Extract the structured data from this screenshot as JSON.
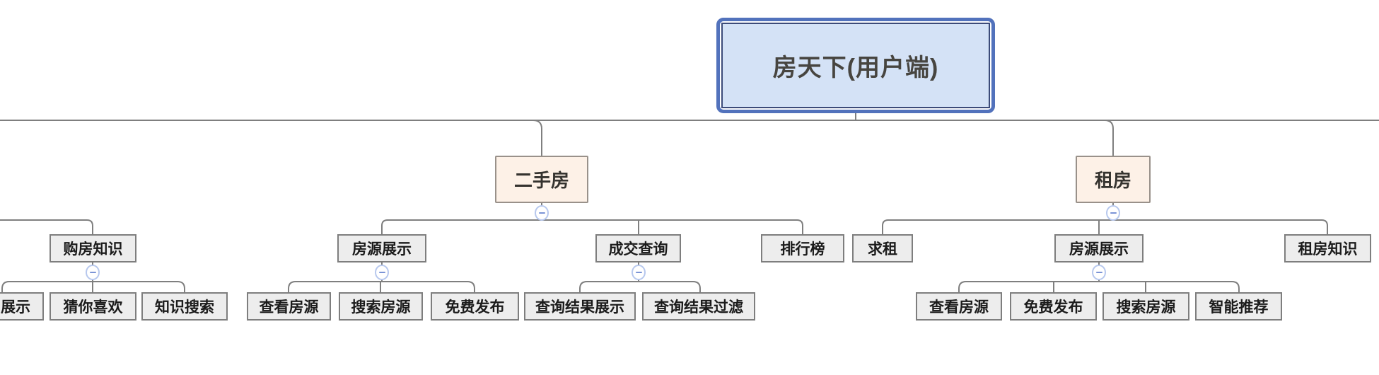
{
  "title": "房天下(用户端)",
  "colors": {
    "line": "#7f7f7f",
    "box-fill": "#ededed",
    "box-border": "#7e7e7e",
    "l2-fill": "#fdf1e7",
    "l2-border": "#99918a",
    "root-fill": "#d4e2f6",
    "root-outer": "#5272bc",
    "root-inner": "#3c4b79",
    "icon-border": "#b7c8ee",
    "icon-minus": "#7b94d6"
  },
  "map": {
    "root": {
      "label": "房天下(用户端)"
    },
    "offleft_branch": {
      "gfzs": {
        "label": "购房知识",
        "kids": {
          "zs": {
            "label": "展示"
          },
          "cnxh": {
            "label": "猜你喜欢"
          },
          "zsss": {
            "label": "知识搜索"
          }
        }
      }
    },
    "esf": {
      "label": "二手房",
      "kids": {
        "fyzs": {
          "label": "房源展示",
          "kids": {
            "ck": {
              "label": "查看房源"
            },
            "ss": {
              "label": "搜索房源"
            },
            "mf": {
              "label": "免费发布"
            }
          }
        },
        "cjcx": {
          "label": "成交查询",
          "kids": {
            "jgzs": {
              "label": "查询结果展示"
            },
            "jggl": {
              "label": "查询结果过滤"
            }
          }
        },
        "phb": {
          "label": "排行榜"
        }
      }
    },
    "zf": {
      "label": "租房",
      "kids": {
        "qz": {
          "label": "求租"
        },
        "fyzs": {
          "label": "房源展示",
          "kids": {
            "ck": {
              "label": "查看房源"
            },
            "mf": {
              "label": "免费发布"
            },
            "ss": {
              "label": "搜索房源"
            },
            "zntj": {
              "label": "智能推荐"
            }
          }
        },
        "zfzs": {
          "label": "租房知识"
        }
      }
    },
    "icon_glyph": "collapse-minus"
  }
}
